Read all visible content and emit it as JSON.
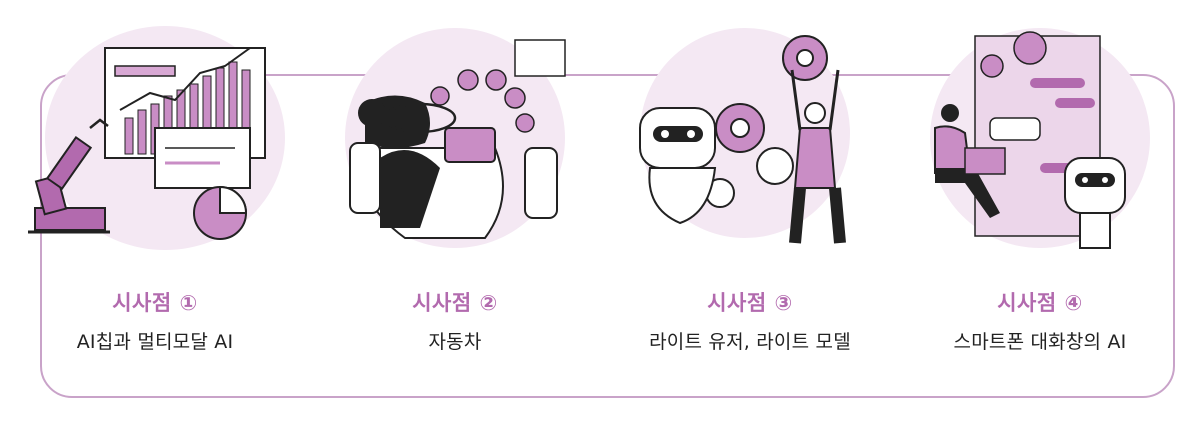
{
  "accent_color": "#b26aae",
  "border_color": "#c9a3c9",
  "items": [
    {
      "title": "시사점 ①",
      "subtitle": "AI칩과 멀티모달 AI",
      "illustration": "robot-arm-chart-illustration"
    },
    {
      "title": "시사점 ②",
      "subtitle": "자동차",
      "illustration": "car-driver-dashboard-illustration"
    },
    {
      "title": "시사점 ③",
      "subtitle": "라이트 유저, 라이트 모델",
      "illustration": "robot-gears-person-illustration"
    },
    {
      "title": "시사점 ④",
      "subtitle": "스마트폰 대화창의 AI",
      "illustration": "person-laptop-robot-chat-illustration"
    }
  ]
}
